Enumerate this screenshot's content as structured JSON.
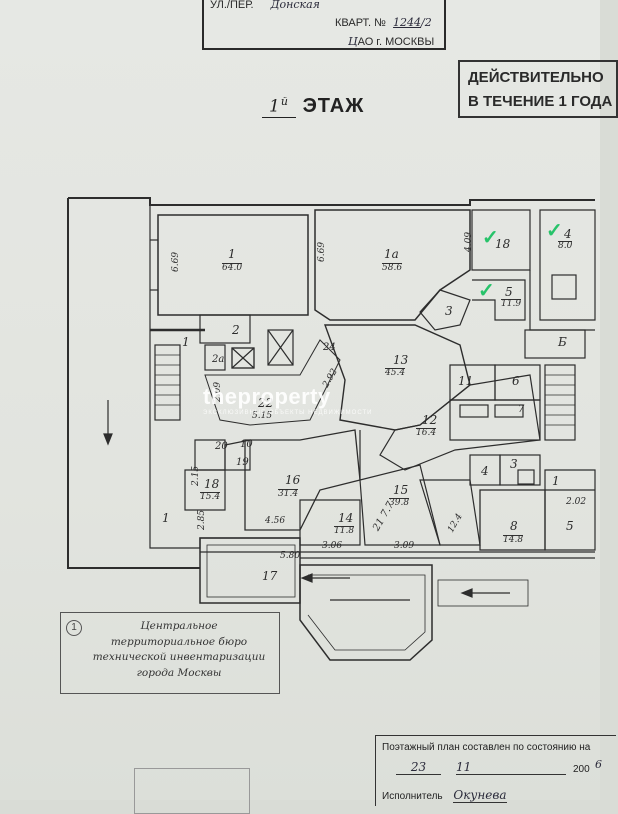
{
  "header": {
    "street_prefix": "УЛ./ПЕР.",
    "street_value": "Донская",
    "apt_label": "КВАРТ. №",
    "apt_value": "1244",
    "apt_suffix": "2",
    "district": "Ц",
    "district_suffix": "АО г. МОСКВЫ"
  },
  "validity": {
    "line1": "ДЕЙСТВИТЕЛЬНО",
    "line2": "В ТЕЧЕНИЕ 1 ГОДА"
  },
  "floor": {
    "number": "1",
    "suffix_handwritten": "й",
    "label": "ЭТАЖ"
  },
  "rooms": {
    "r1_num": "1",
    "r1_area": "64.0",
    "r1_dim": "6.69",
    "r1a_num": "1а",
    "r1a_area": "58.6",
    "r1a_dim": "6.69",
    "r4_dim": "4.09",
    "r18_top": "18",
    "r4_top_num": "4",
    "r4_top_area": "8.0",
    "r5_num": "5",
    "r5_area": "11.9",
    "r3_num": "3",
    "r2_num": "2",
    "r2a_num": "2а",
    "r2a_dim": "2.09",
    "r1_left": "1",
    "r24_num": "24",
    "r13_num": "13",
    "r13_area": "45.4",
    "r13_dim": "2.92",
    "r22_num": "22",
    "r22_dim": "5.15",
    "r11_num": "11",
    "r6_num": "6",
    "r7_num": "7",
    "r12_num": "12",
    "r12_area": "16.4",
    "r19_num": "19",
    "r20_num": "20",
    "r10_num": "10",
    "r16_num": "16",
    "r16_area": "31.4",
    "r16_dim": "4.56",
    "r18_num": "18",
    "r18_area": "15.4",
    "r18_dim": "2.15",
    "r_dim_285": "2.85",
    "r1_corr": "1",
    "r14_num": "14",
    "r14_area": "11.8",
    "r14_dim": "3.06",
    "r21_num": "21",
    "r21_area": "7.7",
    "r15_num": "15",
    "r15_area": "39.8",
    "r15_dim": "3.09",
    "r9_area": "12.4",
    "r4_mid": "4",
    "r3_mid": "3",
    "r8_num": "8",
    "r8_area": "14.8",
    "r1_right": "1",
    "r_dim_202": "2.02",
    "r5_right": "5",
    "r17_num": "17",
    "r17_dim": "5.80",
    "r6_stairs": "Б"
  },
  "watermark": {
    "brand": "theproperty",
    "tagline": "ЭКСКЛЮЗИВНЫЕ ОБЪЕКТЫ НЕДВИЖИМОСТИ"
  },
  "stamp": {
    "circle_num": "1",
    "line1": "Центральное",
    "line2": "территориальное бюро",
    "line3": "технической инвентаризации",
    "line4": "города Москвы"
  },
  "footer": {
    "state_label": "Поэтажный план составлен по состоянию на",
    "day": "23",
    "month": "11",
    "year_prefix": "200",
    "year_suffix": "6",
    "executor_label": "Исполнитель",
    "executor_name": "Окунева"
  },
  "colors": {
    "ink": "#2b2b2b",
    "paper": "#e4e6e1",
    "check": "#27c36a"
  }
}
